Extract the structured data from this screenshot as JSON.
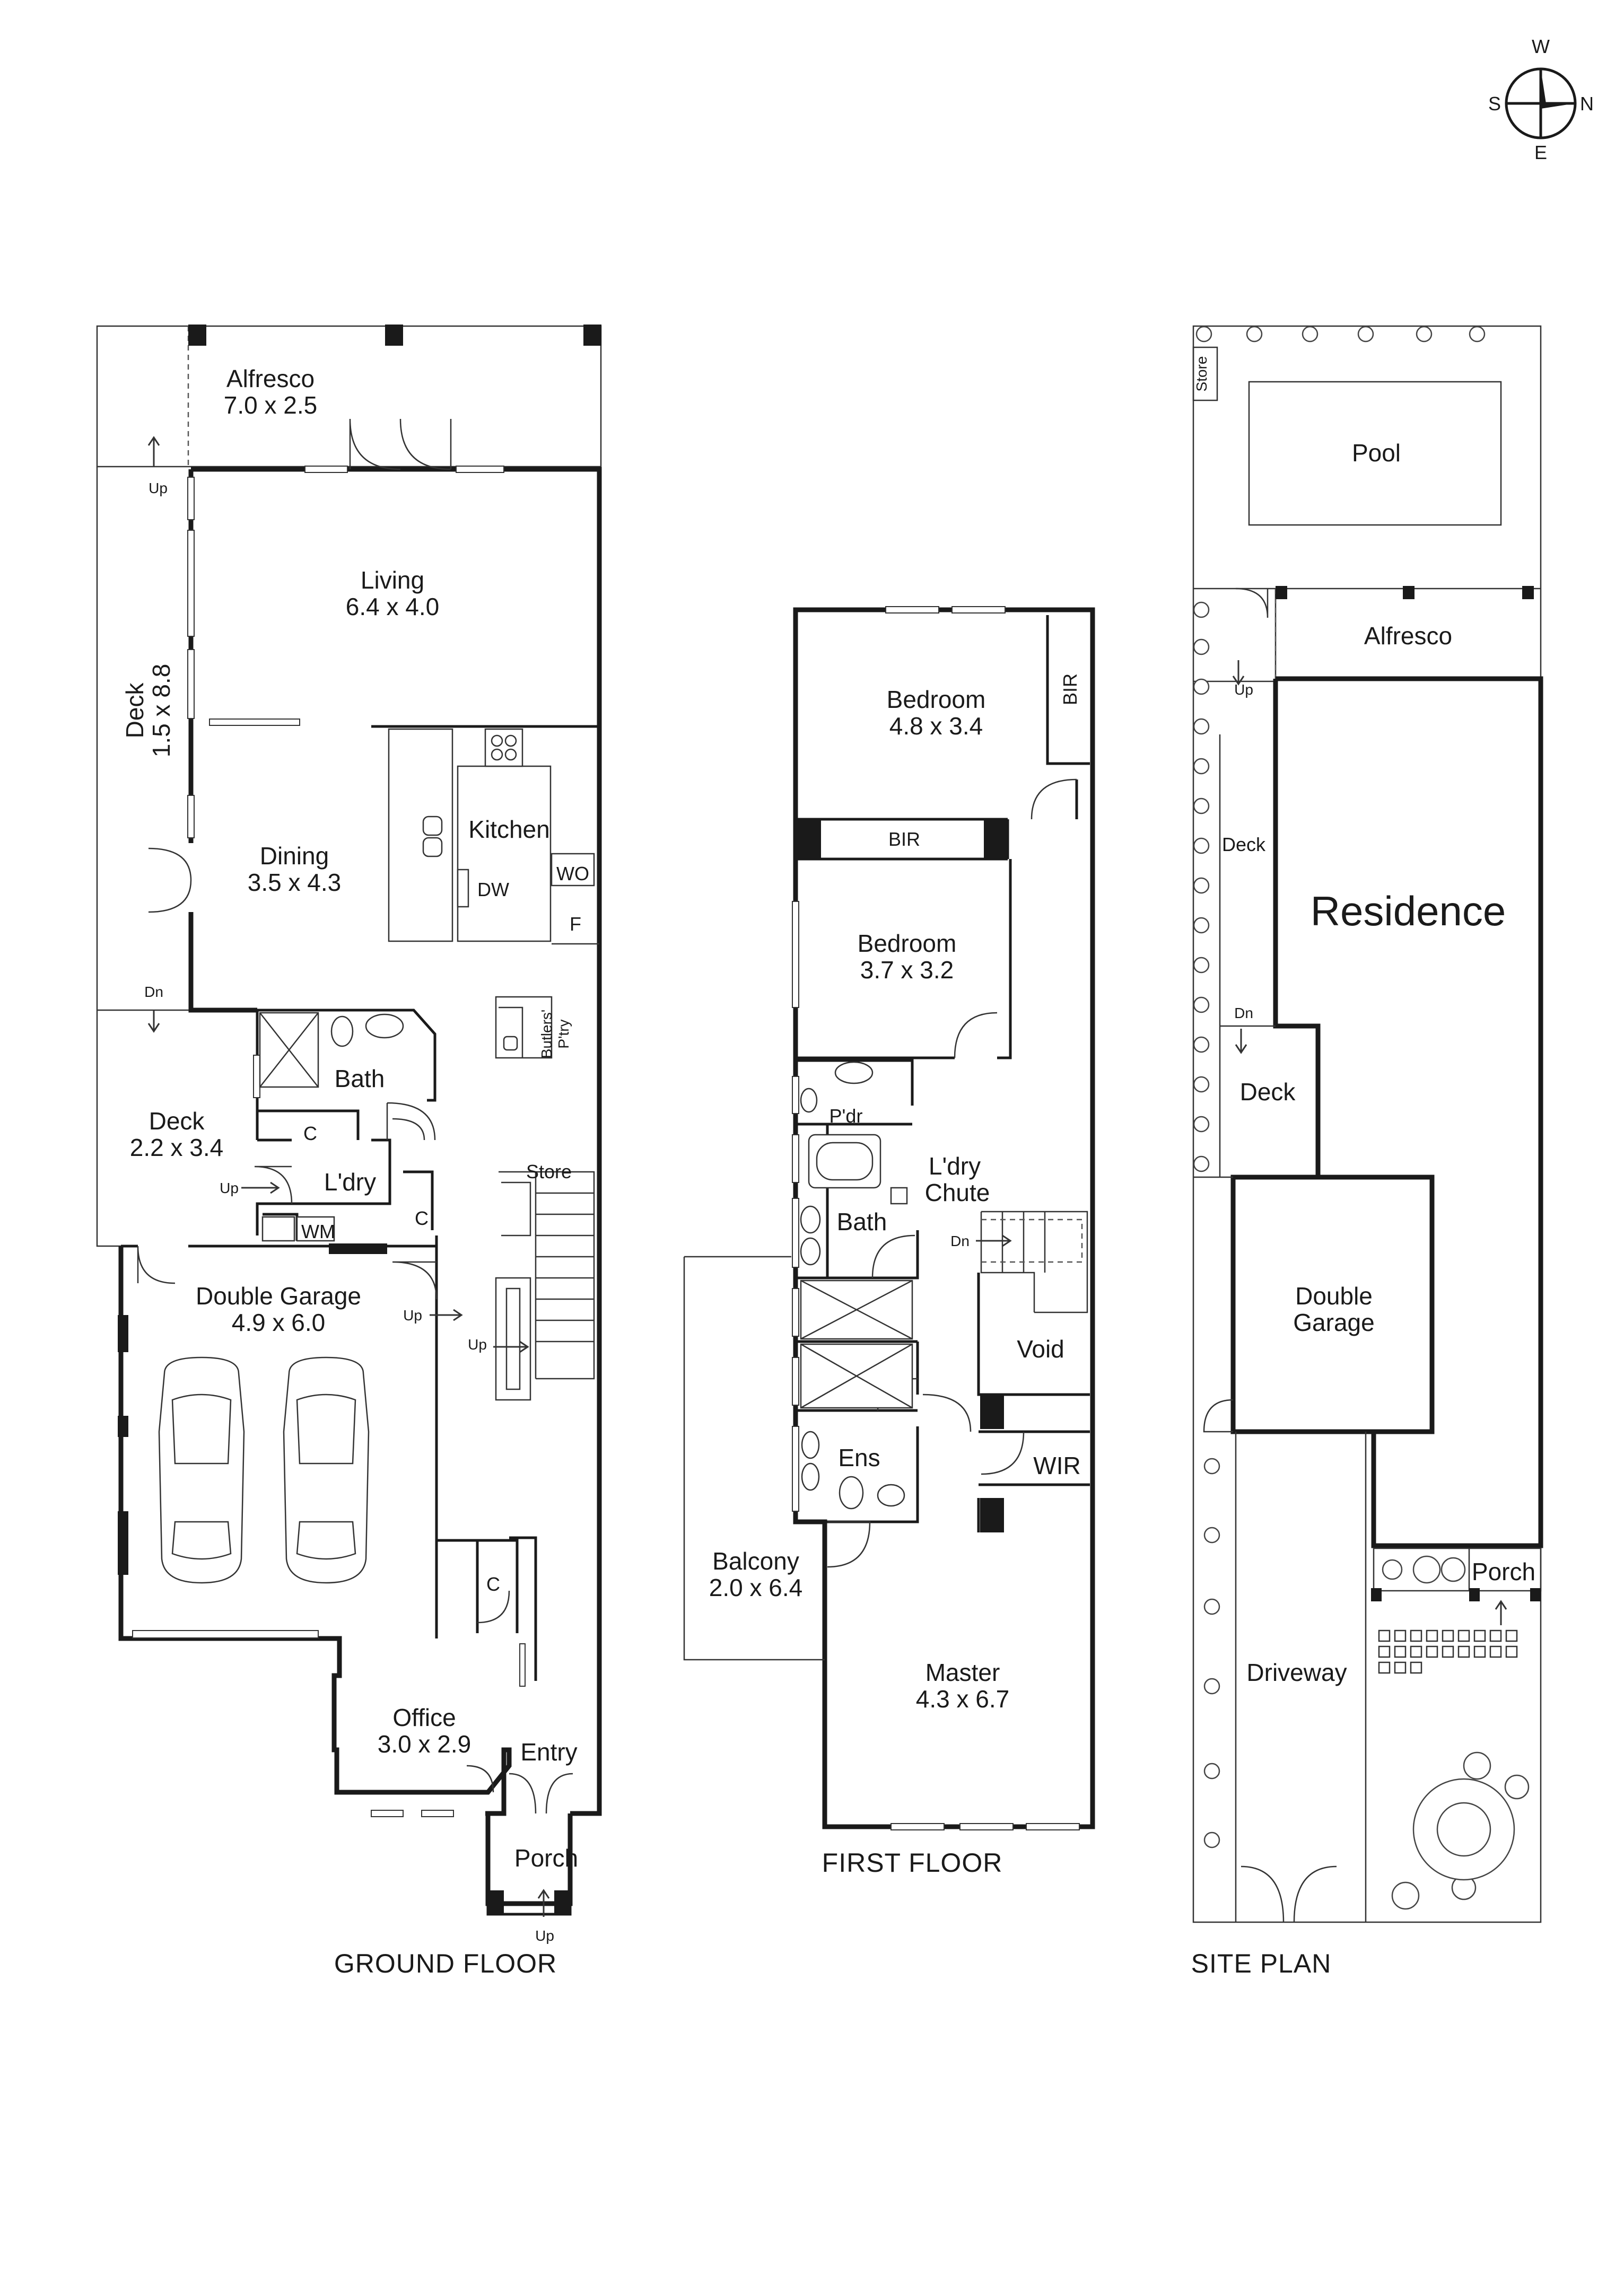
{
  "compass": {
    "w": "W",
    "s": "S",
    "n": "N",
    "e": "E"
  },
  "ground_floor": {
    "caption": "GROUND FLOOR",
    "alfresco": {
      "name": "Alfresco",
      "dims": "7.0 x 2.5"
    },
    "living": {
      "name": "Living",
      "dims": "6.4 x 4.0"
    },
    "deck_side": {
      "name": "Deck",
      "dims": "1.5 x 8.8"
    },
    "dining": {
      "name": "Dining",
      "dims": "3.5 x 4.3"
    },
    "kitchen": {
      "name": "Kitchen"
    },
    "dw": "DW",
    "wo": "WO",
    "f": "F",
    "butlers": {
      "line1": "Butlers'",
      "line2": "P'try"
    },
    "bath": "Bath",
    "closet_c": "C",
    "deck_rear": {
      "name": "Deck",
      "dims": "2.2 x 3.4"
    },
    "laundry": "L'dry",
    "wm": "WM",
    "store": "Store",
    "double_garage": {
      "name": "Double Garage",
      "dims": "4.9 x 6.0"
    },
    "office": {
      "name": "Office",
      "dims": "3.0 x 2.9"
    },
    "entry": "Entry",
    "porch": "Porch",
    "up": "Up",
    "dn": "Dn"
  },
  "first_floor": {
    "caption": "FIRST FLOOR",
    "bedroom1": {
      "name": "Bedroom",
      "dims": "4.8 x 3.4"
    },
    "bir": "BIR",
    "bedroom2": {
      "name": "Bedroom",
      "dims": "3.7 x 3.2"
    },
    "pdr": "P'dr",
    "ldry_chute": {
      "line1": "L'dry",
      "line2": "Chute"
    },
    "bath": "Bath",
    "dn": "Dn",
    "void": "Void",
    "ens": "Ens",
    "wir": "WIR",
    "balcony": {
      "name": "Balcony",
      "dims": "2.0 x 6.4"
    },
    "master": {
      "name": "Master",
      "dims": "4.3 x 6.7"
    }
  },
  "site_plan": {
    "caption": "SITE PLAN",
    "store": "Store",
    "pool": "Pool",
    "alfresco": "Alfresco",
    "deck1": "Deck",
    "residence": "Residence",
    "deck2": "Deck",
    "double_garage": {
      "line1": "Double",
      "line2": "Garage"
    },
    "driveway": "Driveway",
    "porch": "Porch",
    "up": "Up",
    "dn": "Dn"
  }
}
